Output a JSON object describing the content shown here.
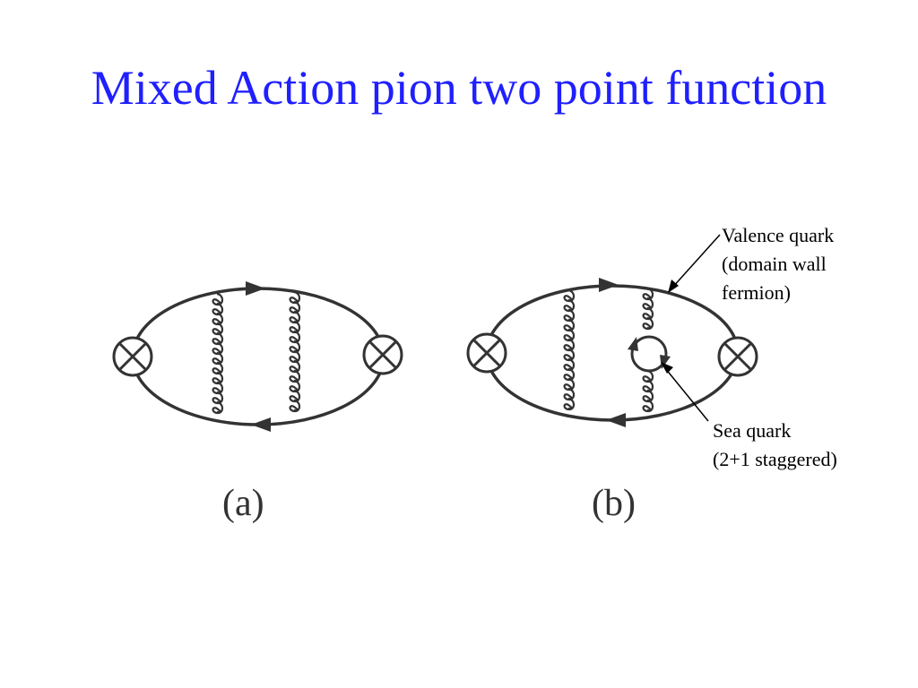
{
  "title": "Mixed Action pion two point function",
  "panels": [
    {
      "label": "(a)"
    },
    {
      "label": "(b)"
    }
  ],
  "annotations": {
    "valence": [
      "Valence quark",
      "(domain wall",
      "fermion)"
    ],
    "sea": [
      "Sea quark",
      "(2+1 staggered)"
    ]
  },
  "colors": {
    "title": "#1f1fff",
    "diagram_stroke": "#333333",
    "pointer": "#000000"
  },
  "icons": {
    "vertex": "otimes-vertex-icon",
    "arrow": "propagator-arrow-icon"
  }
}
